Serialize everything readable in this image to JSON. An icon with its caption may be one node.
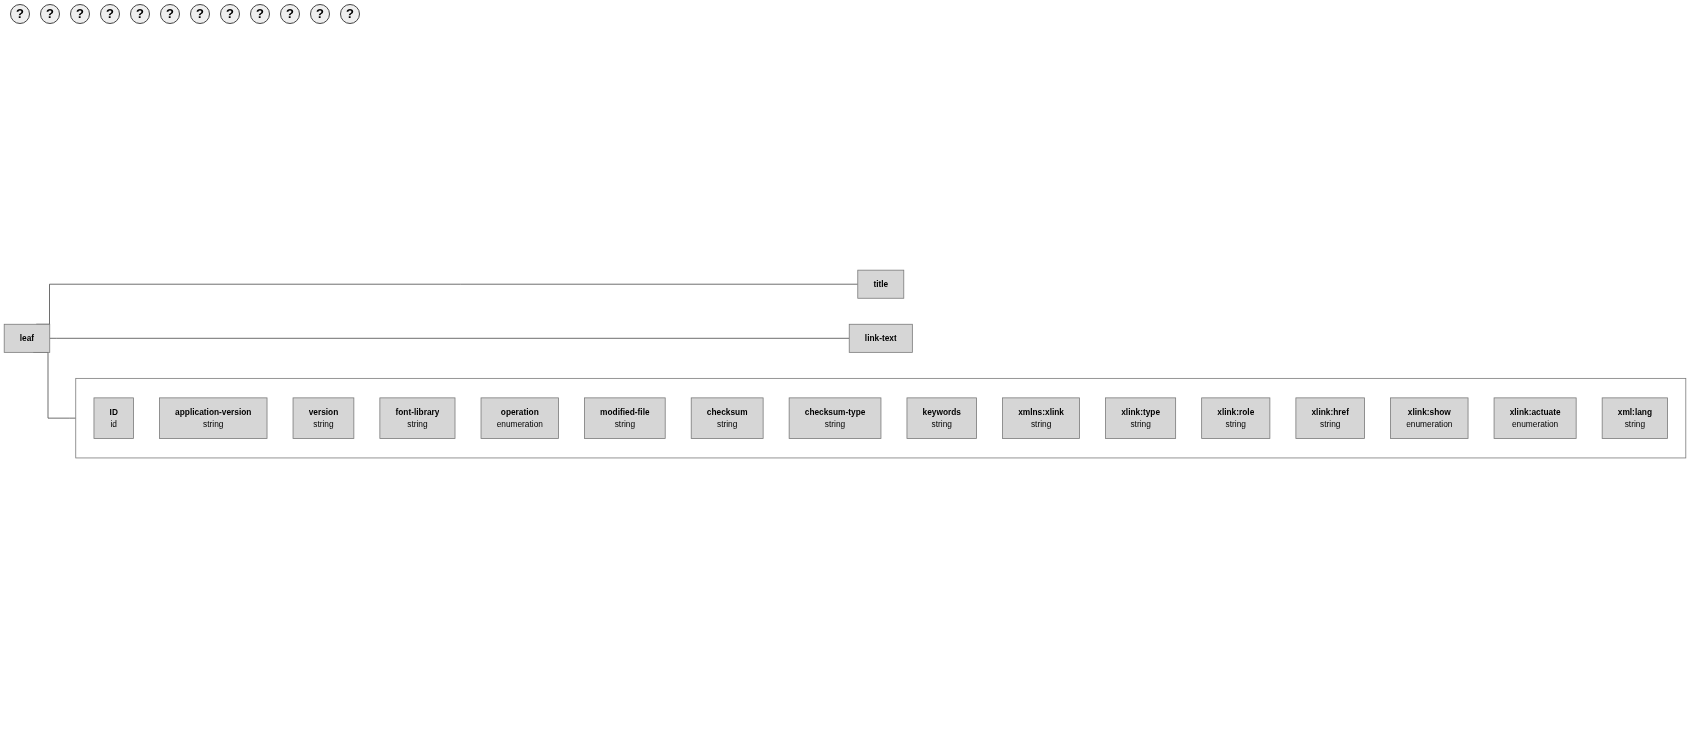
{
  "diagram": {
    "nodes": [
      {
        "text": [
          "leaf"
        ]
      },
      {
        "text": [],
        "shape": "box"
      },
      {
        "text": [
          "ID",
          "id"
        ],
        "in": 1
      },
      {
        "text": [
          "application-version",
          "string"
        ],
        "in": 1
      },
      {
        "text": [
          "version",
          "string"
        ],
        "in": 1
      },
      {
        "text": [
          "font-library",
          "string"
        ],
        "in": 1
      },
      {
        "text": [
          "operation",
          "enumeration"
        ],
        "in": 1
      },
      {
        "text": [
          "modified-file",
          "string"
        ],
        "in": 1
      },
      {
        "text": [
          "checksum",
          "string"
        ],
        "in": 1
      },
      {
        "text": [
          "checksum-type",
          "string"
        ],
        "in": 1
      },
      {
        "text": [
          "keywords",
          "string"
        ],
        "in": 1
      },
      {
        "text": [
          "xmlns:xlink",
          "string"
        ],
        "in": 1
      },
      {
        "text": [
          "xlink:type",
          "string"
        ],
        "in": 1
      },
      {
        "text": [
          "xlink:role",
          "string"
        ],
        "in": 1
      },
      {
        "text": [
          "xlink:href",
          "string"
        ],
        "in": 1
      },
      {
        "text": [
          "xlink:show",
          "enumeration"
        ],
        "in": 1
      },
      {
        "text": [
          "xlink:actuate",
          "enumeration"
        ],
        "in": 1
      },
      {
        "text": [
          "xml:lang",
          "string"
        ],
        "in": 1
      },
      {
        "text": [
          "title"
        ]
      },
      {
        "text": [
          "link-text"
        ]
      }
    ],
    "edges": [
      {
        "from": 0,
        "to": 1,
        "arrow": "none"
      },
      {
        "from": 0,
        "to": 18,
        "arrow": "none"
      },
      {
        "from": 0,
        "to": 19,
        "arrow": "none"
      }
    ],
    "labels": [
      "?",
      "?",
      "?",
      "?",
      "?",
      "?",
      "?",
      "?",
      "?",
      "?",
      "?",
      "?"
    ]
  }
}
